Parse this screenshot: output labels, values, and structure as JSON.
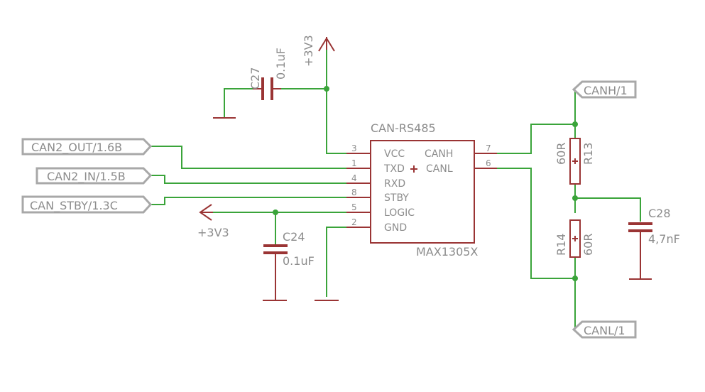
{
  "ic": {
    "name": "CAN-RS485",
    "value": "MAX1305X",
    "pins_left": [
      {
        "num": "3",
        "name": "VCC"
      },
      {
        "num": "1",
        "name": "TXD"
      },
      {
        "num": "4",
        "name": "RXD"
      },
      {
        "num": "8",
        "name": "STBY"
      },
      {
        "num": "5",
        "name": "LOGIC"
      },
      {
        "num": "2",
        "name": "GND"
      }
    ],
    "pins_right": [
      {
        "num": "7",
        "name": "CANH"
      },
      {
        "num": "6",
        "name": "CANL"
      }
    ]
  },
  "net_labels": {
    "can2_out": "CAN2_OUT/1.6B",
    "can2_in": "CAN2_IN/1.5B",
    "can_stby": "CAN_STBY/1.3C",
    "canh": "CANH/1",
    "canl": "CANL/1"
  },
  "power": {
    "top": "+3V3",
    "left": "+3V3"
  },
  "components": {
    "c27": {
      "name": "C27",
      "value": "0.1uF"
    },
    "c24": {
      "name": "C24",
      "value": "0.1uF"
    },
    "c28": {
      "name": "C28",
      "value": "4,7nF"
    },
    "r13": {
      "name": "R13",
      "value": "60R"
    },
    "r14": {
      "name": "R14",
      "value": "60R"
    }
  },
  "colors": {
    "wire": "#3aa43a",
    "component": "#9a3434",
    "text": "#8c8c8c",
    "label_outline": "#a8a8a8"
  }
}
